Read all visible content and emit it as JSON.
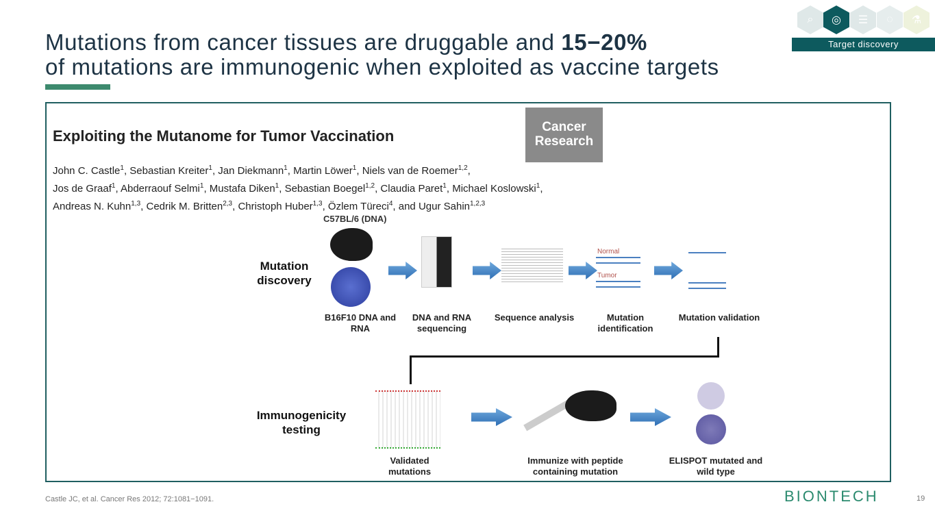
{
  "title": {
    "line1_pre": "Mutations from cancer tissues are druggable and ",
    "line1_bold": "15−20%",
    "line2": "of mutations are immunogenic when exploited as vaccine targets"
  },
  "badge": {
    "label": "Target discovery",
    "hex_icons": [
      "search-icon",
      "target-icon",
      "list-icon",
      "globe-icon",
      "flask-icon"
    ]
  },
  "paper": {
    "title": "Exploiting the Mutanome for Tumor Vaccination",
    "journal": "Cancer Research",
    "authors": [
      {
        "name": "John C. Castle",
        "sup": "1"
      },
      {
        "name": "Sebastian Kreiter",
        "sup": "1"
      },
      {
        "name": "Jan Diekmann",
        "sup": "1"
      },
      {
        "name": "Martin Löwer",
        "sup": "1"
      },
      {
        "name": "Niels van de Roemer",
        "sup": "1,2"
      },
      {
        "name": "Jos de Graaf",
        "sup": "1"
      },
      {
        "name": "Abderraouf Selmi",
        "sup": "1"
      },
      {
        "name": "Mustafa Diken",
        "sup": "1"
      },
      {
        "name": "Sebastian Boegel",
        "sup": "1,2"
      },
      {
        "name": "Claudia Paret",
        "sup": "1"
      },
      {
        "name": "Michael Koslowski",
        "sup": "1"
      },
      {
        "name": "Andreas N. Kuhn",
        "sup": "1,3"
      },
      {
        "name": "Cedrik M. Britten",
        "sup": "2,3"
      },
      {
        "name": "Christoph Huber",
        "sup": "1,3"
      },
      {
        "name": "Özlem Türeci",
        "sup": "4"
      },
      {
        "name": "Ugur Sahin",
        "sup": "1,2,3"
      }
    ]
  },
  "diagram": {
    "discovery_label": "Mutation discovery",
    "mouse_label": "C57BL/6 (DNA)",
    "discovery_steps": [
      "B16F10 DNA and RNA",
      "DNA and RNA sequencing",
      "Sequence analysis",
      "Mutation identification",
      "Mutation validation"
    ],
    "normal_label": "Normal",
    "tumor_label": "Tumor",
    "testing_label": "Immunogenicity testing",
    "testing_steps": [
      "Validated mutations",
      "Immunize with peptide containing mutation",
      "ELISPOT mutated and wild type"
    ]
  },
  "footer": {
    "citation": "Castle JC, et al. Cancer Res 2012; 72:1081−1091.",
    "page": "19",
    "logo": "BIONTECH"
  }
}
